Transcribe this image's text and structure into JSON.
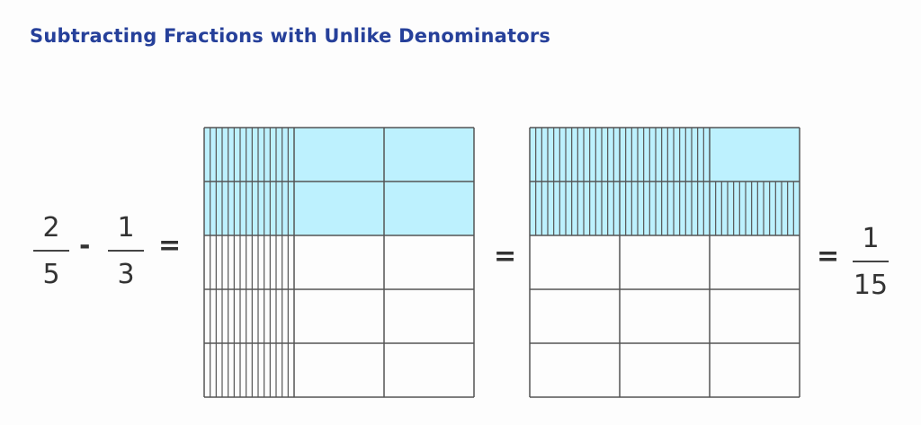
{
  "title": "Subtracting Fractions with Unlike Denominators",
  "equation": {
    "left_fraction": {
      "numerator": "2",
      "denominator": "5"
    },
    "minus": "-",
    "right_fraction": {
      "numerator": "1",
      "denominator": "3"
    },
    "equals": "=",
    "result_fraction": {
      "numerator": "1",
      "denominator": "15"
    }
  },
  "grids": [
    {
      "rows": 5,
      "cols": 3,
      "shaded_rows": 2,
      "hatched_cols": 1,
      "strips_per_cell": 15,
      "hatched_cells": null
    },
    {
      "rows": 5,
      "cols": 3,
      "shaded_rows": 2,
      "hatched_cols": 0,
      "strips_per_cell": 15,
      "hatched_cells": [
        [
          0,
          0
        ],
        [
          0,
          1
        ],
        [
          1,
          0
        ],
        [
          1,
          1
        ],
        [
          1,
          2
        ]
      ]
    }
  ],
  "colors": {
    "shade": "#bdf1fe",
    "line": "#555555",
    "title": "#26409a"
  }
}
